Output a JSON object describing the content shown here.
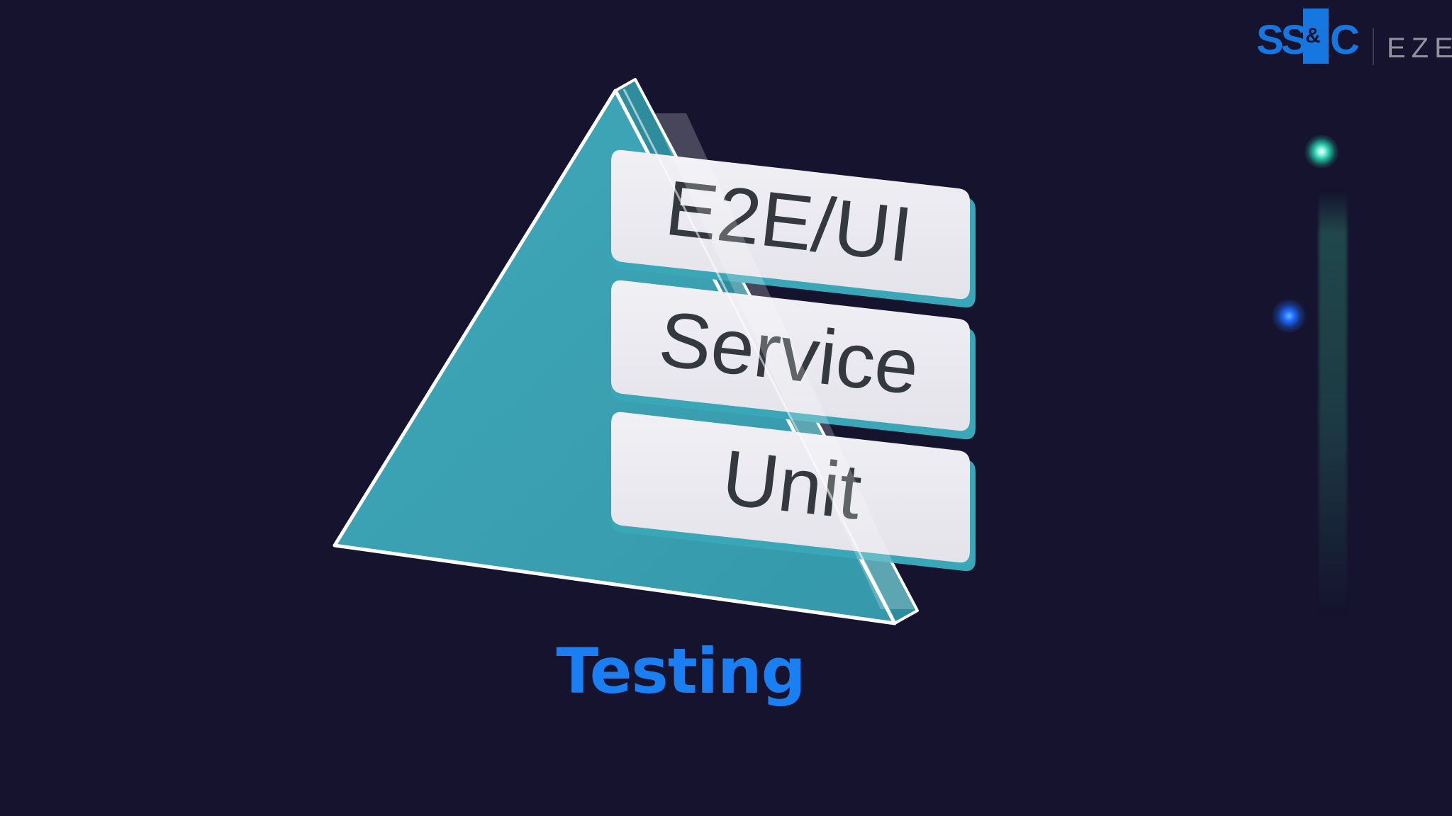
{
  "logo": {
    "ss": "SS",
    "amp": "&",
    "c": "C",
    "eze": "EZE"
  },
  "pyramid": {
    "layers": [
      {
        "label": "E2E/UI"
      },
      {
        "label": "Service"
      },
      {
        "label": "Unit"
      }
    ]
  },
  "caption": "Testing",
  "colors": {
    "background": "#15132e",
    "pyramid_face": "#39a0b1",
    "card_fill": "#e9e8ee",
    "card_edge": "#3aa7b8",
    "caption": "#1a7ff2",
    "logo_blue": "#1677e0",
    "logo_gray": "#8f93a0"
  },
  "decorations": {
    "glow_dots": [
      "teal-glow-dot",
      "blue-glow-dot"
    ]
  }
}
